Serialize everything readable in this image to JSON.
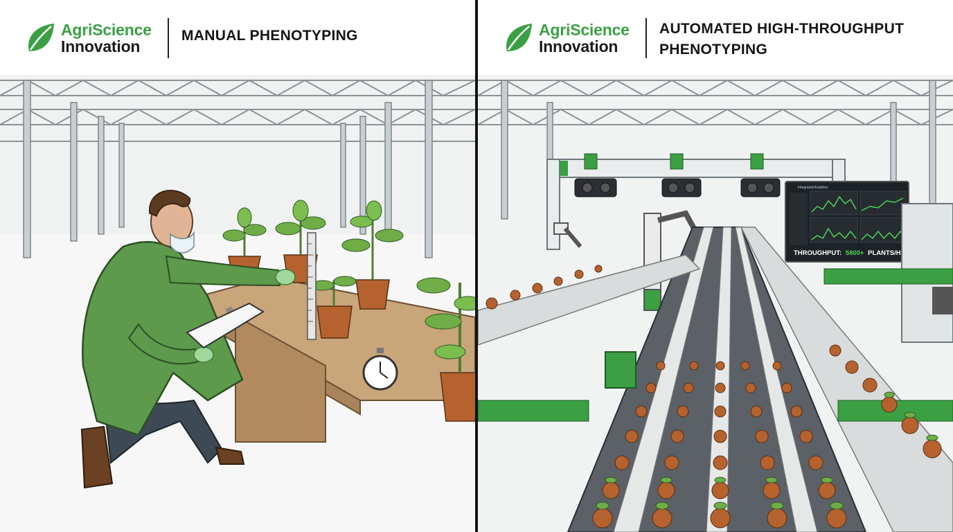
{
  "left_panel": {
    "logo": {
      "line1": "AgriScience",
      "line2": "Innovation",
      "icon": "leaf-icon",
      "color_primary": "#3aa043"
    },
    "title": "MANUAL PHENOTYPING"
  },
  "right_panel": {
    "logo": {
      "line1": "AgriScience",
      "line2": "Innovation",
      "icon": "leaf-icon",
      "color_primary": "#3aa043"
    },
    "title_line1": "AUTOMATED HIGH-THROUGHPUT",
    "title_line2": "PHENOTYPING",
    "monitor": {
      "header": "Integrated Analytics",
      "throughput_label": "THROUGHPUT:",
      "throughput_value": "5800+",
      "throughput_unit": "PLANTS/HOUR"
    }
  },
  "colors": {
    "accent_green": "#3aa043",
    "coat_green": "#5d9a4c",
    "wood": "#c9a57a",
    "pot": "#b5622f",
    "dark": "#2b2f33"
  }
}
